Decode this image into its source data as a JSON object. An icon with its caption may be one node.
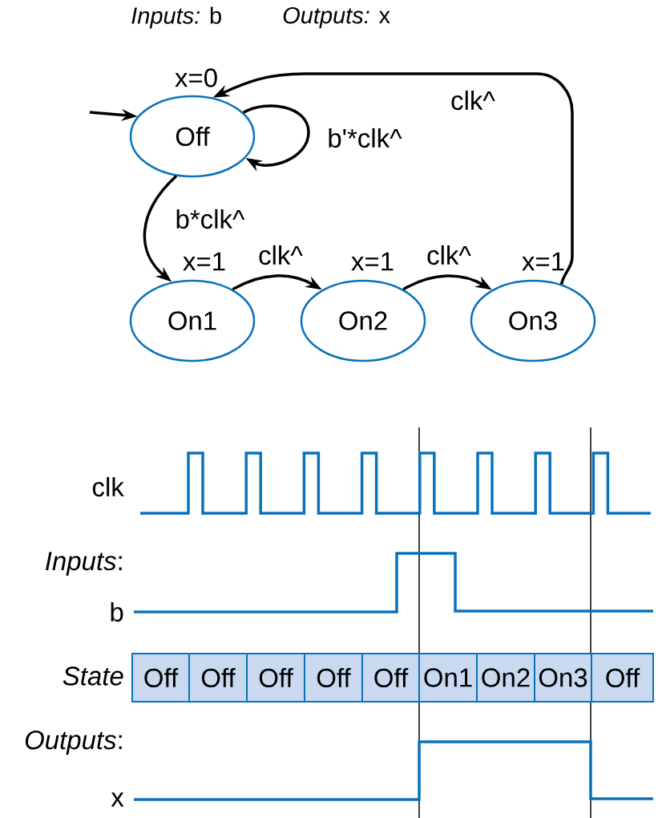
{
  "diagram": {
    "nodes": [
      {
        "text": [
          "Off"
        ],
        "beside": [
          "x=0"
        ]
      },
      {
        "text": [
          "On1"
        ],
        "beside": [
          "x=1"
        ]
      },
      {
        "text": [
          "On2"
        ],
        "beside": [
          "x=1"
        ]
      },
      {
        "text": [
          "On3"
        ],
        "beside": [
          "x=1"
        ]
      },
      {
        "text": [
          "Off"
        ]
      },
      {
        "text": [
          "Off"
        ]
      },
      {
        "text": [
          "Off"
        ]
      },
      {
        "text": [
          "Off"
        ]
      },
      {
        "text": [
          "Off"
        ]
      },
      {
        "text": [
          "On1"
        ]
      },
      {
        "text": [
          "On2"
        ]
      },
      {
        "text": [
          "On3"
        ]
      },
      {
        "text": [
          "Off"
        ]
      }
    ],
    "edges": [
      {
        "from": null,
        "to": 0,
        "arrow": "to"
      },
      {
        "from": 0,
        "to": 0,
        "arrow": "to",
        "label": "b'*clk^"
      },
      {
        "from": 0,
        "to": 1,
        "arrow": "to",
        "label": "b*clk^"
      },
      {
        "from": 1,
        "to": 2,
        "arrow": "to",
        "label": "clk^"
      },
      {
        "from": 2,
        "to": 3,
        "arrow": "to",
        "label": "clk^"
      },
      {
        "from": 3,
        "to": 0,
        "arrow": "to",
        "label": "clk^"
      }
    ],
    "labels": [
      "*Inputs:* b",
      "*Outputs:* x",
      "clk",
      "*Inputs*:",
      "b",
      "State",
      "*Outputs*:",
      "x"
    ]
  }
}
